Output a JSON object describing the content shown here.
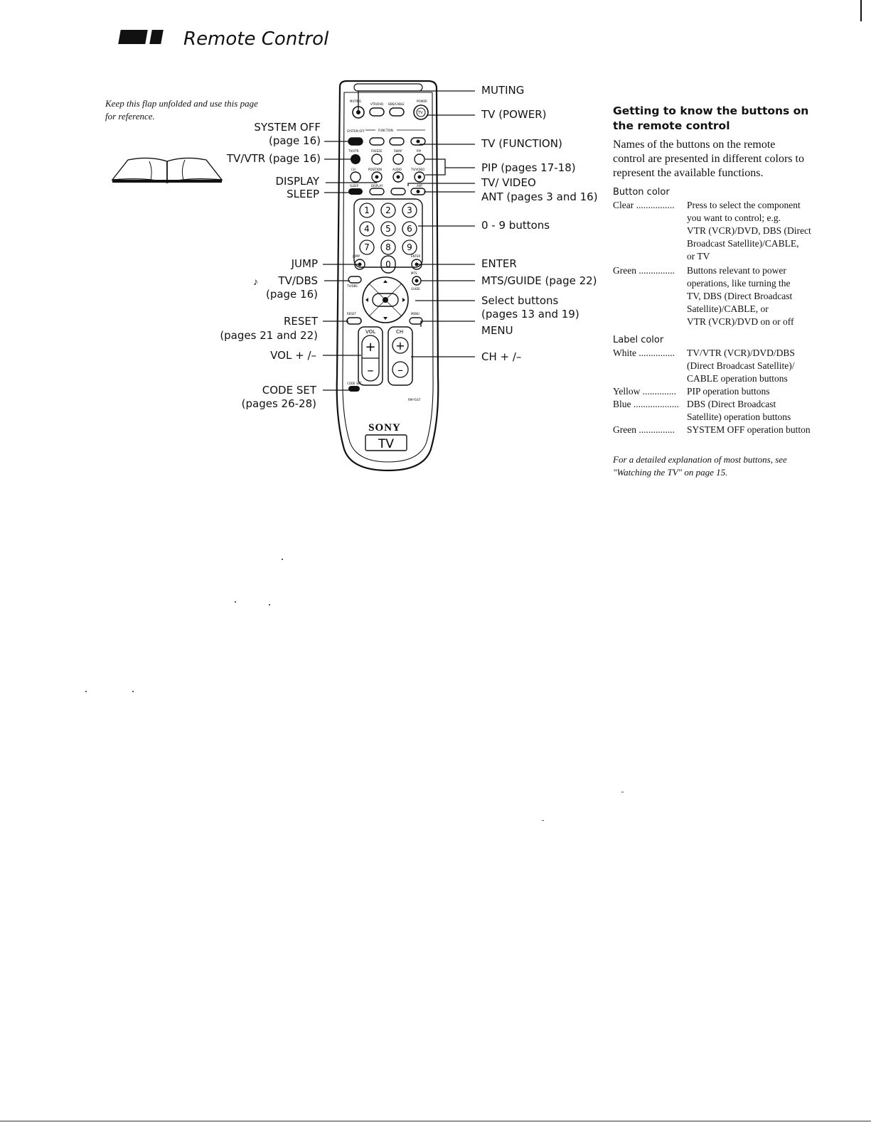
{
  "header": {
    "title": "Remote Control"
  },
  "intro": {
    "line1": "Keep this flap unfolded and use this page",
    "line2": "for reference."
  },
  "left_labels": {
    "system_off": "SYSTEM OFF",
    "system_off_page": "(page 16)",
    "tv_vtr": "TV/VTR (page 16)",
    "display": "DISPLAY",
    "sleep": "SLEEP",
    "jump": "JUMP",
    "tv_dbs": "TV/DBS",
    "tv_dbs_page": "(page 16)",
    "reset": "RESET",
    "reset_page": "(pages 21 and 22)",
    "vol": "VOL + /–",
    "code_set": "CODE SET",
    "code_set_page": "(pages 26-28)"
  },
  "right_labels": {
    "muting": "MUTING",
    "tv_power": "TV (POWER)",
    "tv_function": "TV (FUNCTION)",
    "pip": "PIP (pages 17-18)",
    "tv_video": "TV/ VIDEO",
    "ant": "ANT (pages 3 and 16)",
    "digits": "0 - 9 buttons",
    "enter": "ENTER",
    "mts_guide": "MTS/GUIDE (page 22)",
    "select": "Select buttons",
    "select_page": "(pages 13 and 19)",
    "menu": "MENU",
    "ch": "CH + /–"
  },
  "remote": {
    "brand": "SONY",
    "badge": "TV",
    "model": "RM-Y167",
    "small": {
      "muting": "MUTING",
      "power": "POWER",
      "vtr_dvd": "VTR/DVD",
      "dbs_cable": "DBS/CABLE",
      "tv": "TV",
      "system_off": "SYSTEM OFF",
      "function": "FUNCTION",
      "tv_vtr": "TV/VTR",
      "freeze": "FREEZE",
      "swap": "SWAP",
      "pip": "PIP",
      "ch": "CH",
      "position": "POSITION",
      "audio": "AUDIO",
      "tv_video": "TV/VIDEO",
      "sleep": "SLEEP",
      "display": "DISPLAY",
      "ant": "ANT",
      "jump": "JUMP",
      "enter": "ENTER",
      "mts": "MTS",
      "tv_dbs": "TV/DBS",
      "guide": "GUIDE",
      "reset": "RESET",
      "menu": "MENU",
      "vol": "VOL",
      "ch_label": "CH",
      "code_set": "CODE SET"
    },
    "digits": [
      "1",
      "2",
      "3",
      "4",
      "5",
      "6",
      "7",
      "8",
      "9",
      "0"
    ],
    "plus": "+",
    "minus": "–"
  },
  "side": {
    "heading1": "Getting to know the buttons on",
    "heading2": "the remote control",
    "para": [
      "Names of the buttons on the remote",
      "control are presented in different colors to",
      "represent the available functions."
    ],
    "button_color_heading": "Button color",
    "button_colors": [
      {
        "term": "Clear ................",
        "lines": [
          "Press to select the component",
          "you want to control; e.g.",
          "VTR (VCR)/DVD, DBS (Direct",
          "Broadcast Satellite)/CABLE,",
          "or TV"
        ]
      },
      {
        "term": "Green ...............",
        "lines": [
          "Buttons relevant to power",
          "operations, like turning the",
          "TV, DBS (Direct Broadcast",
          "Satellite)/CABLE, or",
          "VTR (VCR)/DVD on or off"
        ]
      }
    ],
    "label_color_heading": "Label color",
    "label_colors": [
      {
        "term": "White ...............",
        "lines": [
          "TV/VTR (VCR)/DVD/DBS",
          "(Direct Broadcast Satellite)/",
          "CABLE operation buttons"
        ]
      },
      {
        "term": "Yellow ..............",
        "lines": [
          "PIP operation buttons"
        ]
      },
      {
        "term": "Blue ...................",
        "lines": [
          "DBS (Direct Broadcast",
          "Satellite) operation buttons"
        ]
      },
      {
        "term": "Green ...............",
        "lines": [
          "SYSTEM OFF operation button"
        ]
      }
    ],
    "foot1": "For a detailed explanation of most buttons, see",
    "foot2": "\"Watching the TV\" on page 15."
  }
}
